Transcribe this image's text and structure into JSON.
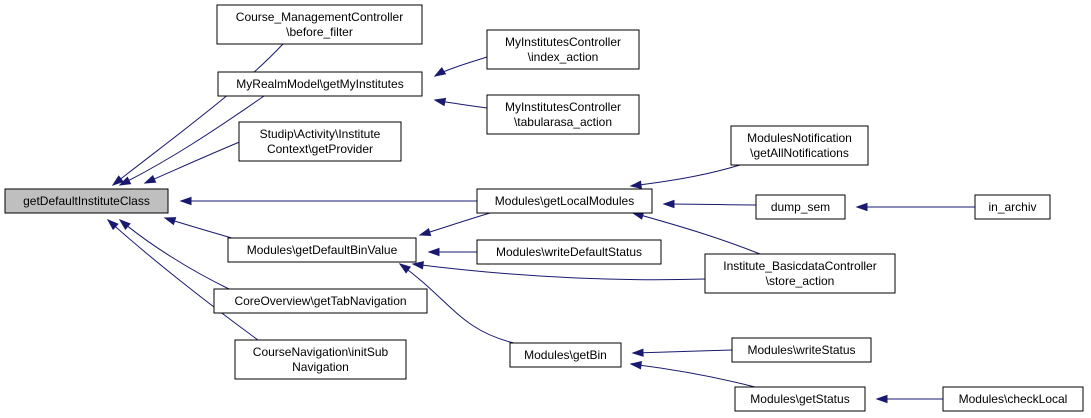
{
  "graph": {
    "nodes": [
      {
        "id": "getDefaultInstituteClass",
        "lines": [
          "getDefaultInstituteClass"
        ]
      },
      {
        "id": "course_mgmt_before_filter",
        "lines": [
          "Course_ManagementController",
          "\\before_filter"
        ]
      },
      {
        "id": "getMyInstitutes",
        "lines": [
          "MyRealmModel\\getMyInstitutes"
        ]
      },
      {
        "id": "activity_getProvider",
        "lines": [
          "Studip\\Activity\\Institute",
          "Context\\getProvider"
        ]
      },
      {
        "id": "getDefaultBinValue",
        "lines": [
          "Modules\\getDefaultBinValue"
        ]
      },
      {
        "id": "getTabNavigation",
        "lines": [
          "CoreOverview\\getTabNavigation"
        ]
      },
      {
        "id": "initSubNavigation",
        "lines": [
          "CourseNavigation\\initSub",
          "Navigation"
        ]
      },
      {
        "id": "index_action",
        "lines": [
          "MyInstitutesController",
          "\\index_action"
        ]
      },
      {
        "id": "tabularasa_action",
        "lines": [
          "MyInstitutesController",
          "\\tabularasa_action"
        ]
      },
      {
        "id": "getLocalModules",
        "lines": [
          "Modules\\getLocalModules"
        ]
      },
      {
        "id": "writeDefaultStatus",
        "lines": [
          "Modules\\writeDefaultStatus"
        ]
      },
      {
        "id": "getBin",
        "lines": [
          "Modules\\getBin"
        ]
      },
      {
        "id": "getAllNotifications",
        "lines": [
          "ModulesNotification",
          "\\getAllNotifications"
        ]
      },
      {
        "id": "dump_sem",
        "lines": [
          "dump_sem"
        ]
      },
      {
        "id": "store_action",
        "lines": [
          "Institute_BasicdataController",
          "\\store_action"
        ]
      },
      {
        "id": "writeStatus",
        "lines": [
          "Modules\\writeStatus"
        ]
      },
      {
        "id": "getStatus",
        "lines": [
          "Modules\\getStatus"
        ]
      },
      {
        "id": "in_archiv",
        "lines": [
          "in_archiv"
        ]
      },
      {
        "id": "checkLocal",
        "lines": [
          "Modules\\checkLocal"
        ]
      }
    ],
    "edges": [
      {
        "from": "course_mgmt_before_filter",
        "to": "getDefaultInstituteClass"
      },
      {
        "from": "getMyInstitutes",
        "to": "getDefaultInstituteClass"
      },
      {
        "from": "activity_getProvider",
        "to": "getDefaultInstituteClass"
      },
      {
        "from": "getLocalModules",
        "to": "getDefaultInstituteClass"
      },
      {
        "from": "getDefaultBinValue",
        "to": "getDefaultInstituteClass"
      },
      {
        "from": "getTabNavigation",
        "to": "getDefaultInstituteClass"
      },
      {
        "from": "initSubNavigation",
        "to": "getDefaultInstituteClass"
      },
      {
        "from": "index_action",
        "to": "getMyInstitutes"
      },
      {
        "from": "tabularasa_action",
        "to": "getMyInstitutes"
      },
      {
        "from": "getLocalModules",
        "to": "getDefaultBinValue"
      },
      {
        "from": "writeDefaultStatus",
        "to": "getDefaultBinValue"
      },
      {
        "from": "store_action",
        "to": "getDefaultBinValue"
      },
      {
        "from": "getBin",
        "to": "getDefaultBinValue"
      },
      {
        "from": "getAllNotifications",
        "to": "getLocalModules"
      },
      {
        "from": "dump_sem",
        "to": "getLocalModules"
      },
      {
        "from": "store_action",
        "to": "getLocalModules"
      },
      {
        "from": "in_archiv",
        "to": "dump_sem"
      },
      {
        "from": "writeStatus",
        "to": "getBin"
      },
      {
        "from": "getStatus",
        "to": "getBin"
      },
      {
        "from": "checkLocal",
        "to": "getStatus"
      }
    ]
  }
}
